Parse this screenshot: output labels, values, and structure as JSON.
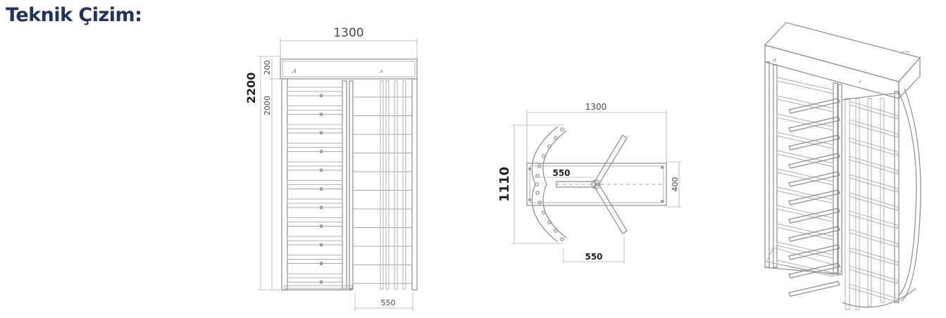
{
  "page": {
    "title": "Teknik Çizim:"
  },
  "front_view": {
    "width_label": "1300",
    "total_height_label": "2200",
    "top_height_label": "200",
    "body_height_label": "2000",
    "passage_label": "550"
  },
  "top_view": {
    "width_label": "1300",
    "depth_label": "1110",
    "arm_label": "550",
    "bottom_label": "550",
    "side_label": "400"
  },
  "colors": {
    "title": "#22335a",
    "line": "#8c8c8c"
  }
}
